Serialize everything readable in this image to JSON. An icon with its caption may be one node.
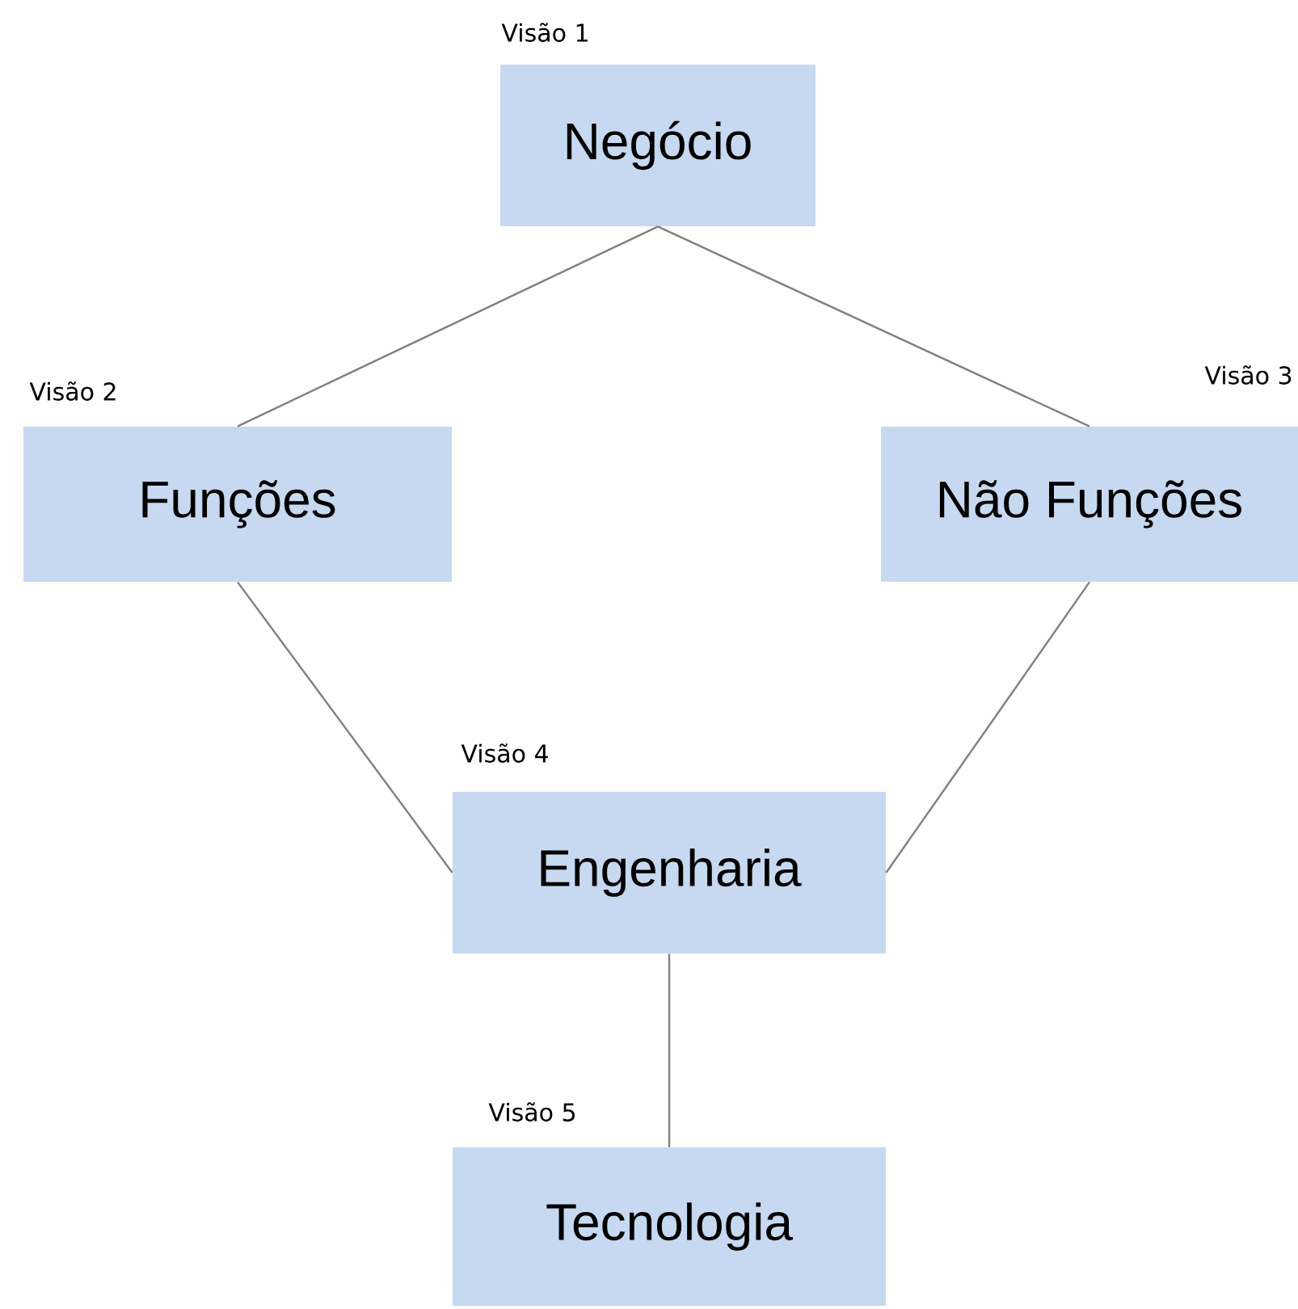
{
  "diagram": {
    "nodes": [
      {
        "text": [
          "Negócio"
        ],
        "beside": [
          "Visão 1"
        ]
      },
      {
        "text": [
          "Funções"
        ],
        "beside": [
          "Visão 2"
        ]
      },
      {
        "text": [
          "Não Funções"
        ],
        "beside": [
          "Visão 3"
        ]
      },
      {
        "text": [
          "Engenharia"
        ],
        "beside": [
          "Visão 4"
        ]
      },
      {
        "text": [
          "Tecnologia"
        ],
        "beside": [
          "Visão 5"
        ]
      }
    ],
    "edges": [
      {
        "from": 0,
        "to": 1,
        "arrow": "none"
      },
      {
        "from": 0,
        "to": 2,
        "arrow": "none"
      },
      {
        "from": 1,
        "to": 3,
        "arrow": "none"
      },
      {
        "from": 2,
        "to": 3,
        "arrow": "none"
      },
      {
        "from": 3,
        "to": 4,
        "arrow": "none"
      }
    ]
  }
}
